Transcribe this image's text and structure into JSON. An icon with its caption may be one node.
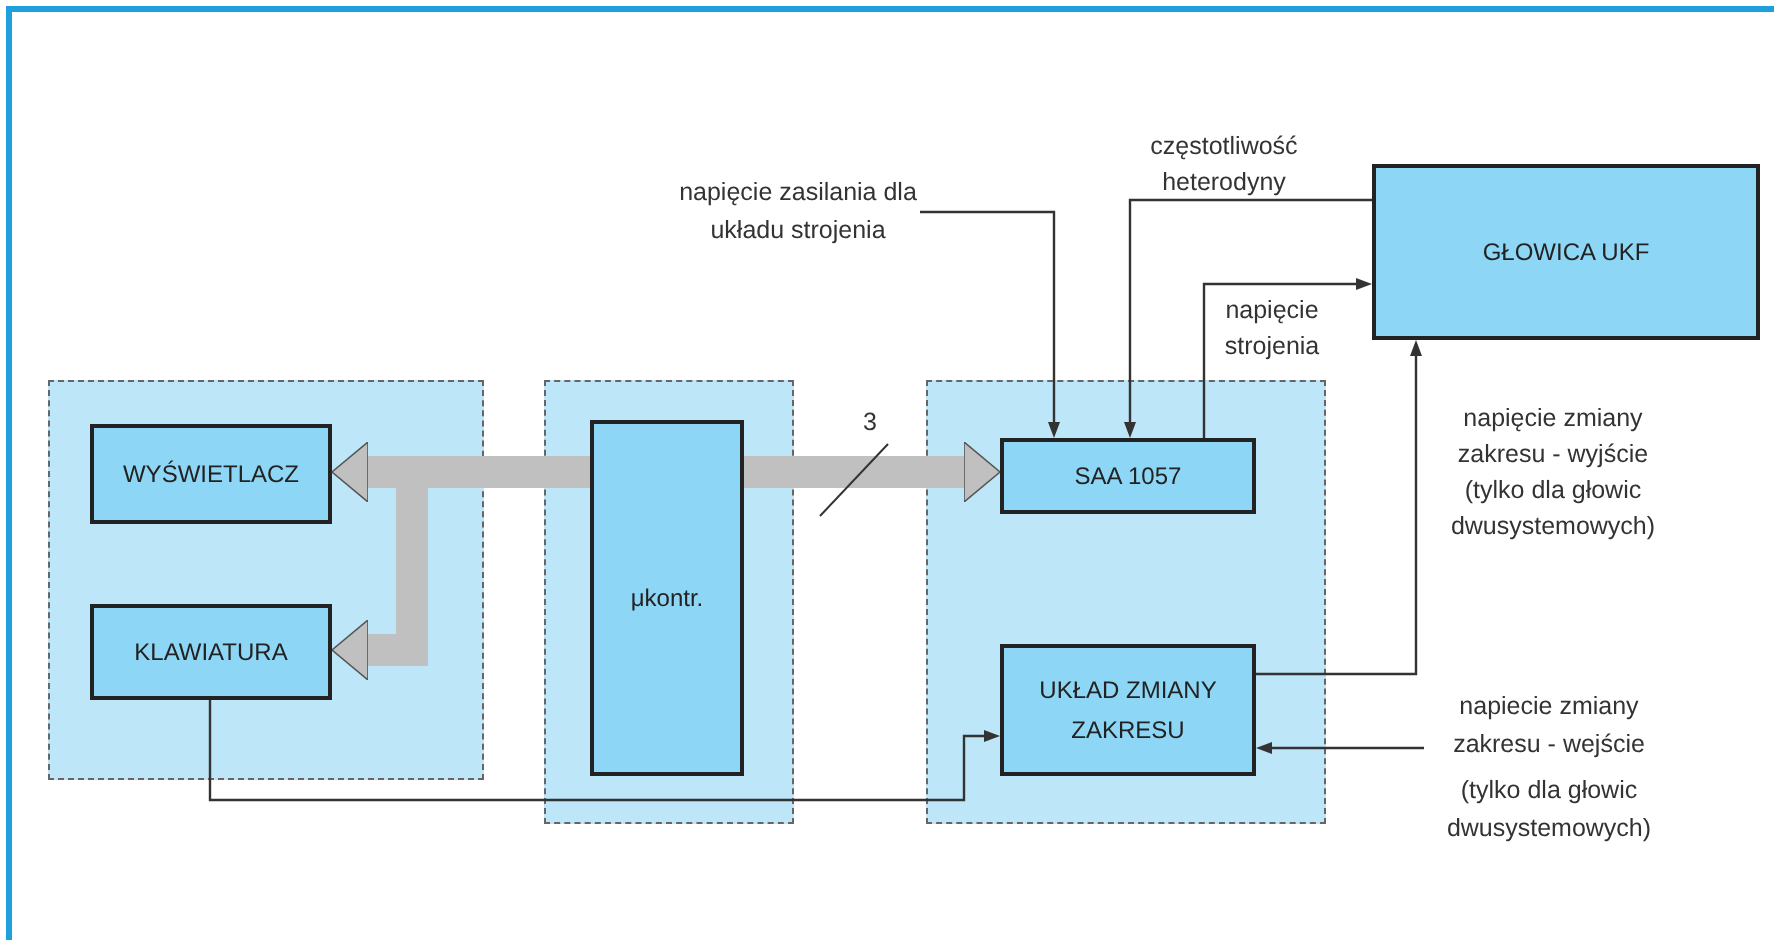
{
  "diagram": {
    "nodes": [
      {
        "text": [],
        "shape": "box"
      },
      {
        "text": [
          "WYŚWIETLACZ"
        ],
        "in": 0
      },
      {
        "text": [
          "KLAWIATURA"
        ],
        "in": 0
      },
      {
        "text": [],
        "shape": "box"
      },
      {
        "text": [
          "μkontr."
        ],
        "in": 3
      },
      {
        "text": [],
        "shape": "box"
      },
      {
        "text": [
          "SAA 1057"
        ],
        "in": 5
      },
      {
        "text": [
          "UKŁAD ZMIANY ZAKRESU"
        ],
        "in": 5
      },
      {
        "text": [
          "GŁOWICA UKF"
        ]
      },
      {
        "text": [
          "napięcie zasilania dla układu strojenia"
        ]
      },
      {
        "text": [
          "napiecie zmiany zakresu - wejście",
          "(tylko dla głowic dwusystemowych)"
        ]
      }
    ],
    "edges": [
      {
        "from": 4,
        "to": 1,
        "arrow": "to",
        "style": "thick",
        "color": "#c0c0c0"
      },
      {
        "from": 4,
        "to": 2,
        "arrow": "to",
        "style": "thick",
        "color": "#c0c0c0"
      },
      {
        "from": 4,
        "to": 6,
        "arrow": "to",
        "style": "thick",
        "color": "#c0c0c0",
        "label": "3"
      },
      {
        "from": 2,
        "to": 7,
        "arrow": "to"
      },
      {
        "from": 9,
        "to": 6,
        "arrow": "to"
      },
      {
        "from": 6,
        "to": 8,
        "arrow": "to",
        "label": "napięcie strojenia"
      },
      {
        "from": 8,
        "to": 6,
        "arrow": "to",
        "label": "częstotliwość heterodyny"
      },
      {
        "from": 7,
        "to": 8,
        "arrow": "to",
        "label": "napięcie zmiany zakresu - wyjście (tylko dla głowic dwusystemowych)"
      },
      {
        "from": 10,
        "to": 7,
        "arrow": "to"
      }
    ]
  }
}
